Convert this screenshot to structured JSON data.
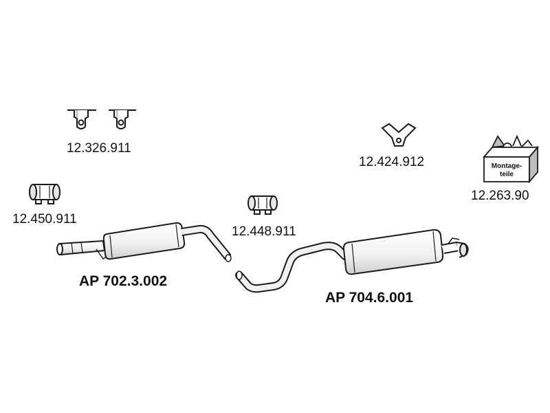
{
  "labels": {
    "hanger_pair": "12.326.911",
    "clamp_left": "12.450.911",
    "clamp_mid": "12.448.911",
    "rubber_mount": "12.424.912",
    "mounting_kit": "12.263.90",
    "front_silencer": "AP 702.3.002",
    "rear_silencer": "AP 704.6.001"
  },
  "kit_box": {
    "line1": "Montage-",
    "line2": "teile"
  },
  "colors": {
    "line": "#1a1a1a",
    "fill": "#ffffff",
    "shade": "#dcdcdc",
    "kit_shade": "#bdbdbd"
  }
}
